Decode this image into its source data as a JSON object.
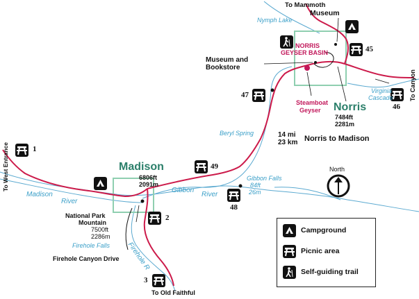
{
  "towns": {
    "madison": "Madison",
    "norris": "Norris"
  },
  "elevations": {
    "madison_ft": "6806ft",
    "madison_m": "2091m",
    "norris_ft": "7484ft",
    "norris_m": "2281m",
    "npm_ft": "7500ft",
    "npm_m": "2286m",
    "gibbon_falls_ft": "84ft",
    "gibbon_falls_m": "26m"
  },
  "places": {
    "to_mammoth": "To Mammoth",
    "museum": "Museum",
    "museum_bookstore_1": "Museum and",
    "museum_bookstore_2": "Bookstore",
    "norris_basin_1": "NORRIS",
    "norris_basin_2": "GEYSER BASIN",
    "steamboat_1": "Steamboat",
    "steamboat_2": "Geyser",
    "to_canyon": "To Canyon",
    "to_west_entrance": "To West Entrance",
    "npm_1": "National Park",
    "npm_2": "Mountain",
    "firehole_canyon_drive": "Firehole Canyon Drive",
    "to_old_faithful": "To Old Faithful",
    "distance_1": "14 mi",
    "distance_2": "23 km",
    "norris_to_madison": "Norris to Madison",
    "north": "North"
  },
  "water_features": {
    "nymph_lake": "Nymph Lake",
    "virginia_1": "Virginia",
    "virginia_2": "Cascade",
    "beryl_spring": "Beryl Spring",
    "gibbon_falls": "Gibbon Falls",
    "madison_river_1": "Madison",
    "madison_river_2": "River",
    "gibbon_river_1": "Gibbon",
    "gibbon_river_2": "River",
    "firehole_falls": "Firehole Falls",
    "firehole_river": "Firehole R"
  },
  "picnic_numbers": {
    "p1": "1",
    "p2": "2",
    "p3": "3",
    "p45": "45",
    "p46": "46",
    "p47": "47",
    "p48": "48",
    "p49": "49"
  },
  "legend": {
    "campground": "Campground",
    "picnic": "Picnic area",
    "trail": "Self-guiding trail"
  },
  "colors": {
    "road": "#cc1a4a",
    "river": "#5aa9d0",
    "village_box": "#8fcfb0",
    "town_label": "#2b7f6a",
    "geyser_basin": "#c2185b",
    "water_label": "#3a9fc8"
  },
  "icons": {
    "campground": "tent-icon",
    "picnic": "picnic-table-icon",
    "trail": "hiker-icon",
    "compass": "north-arrow-icon"
  }
}
